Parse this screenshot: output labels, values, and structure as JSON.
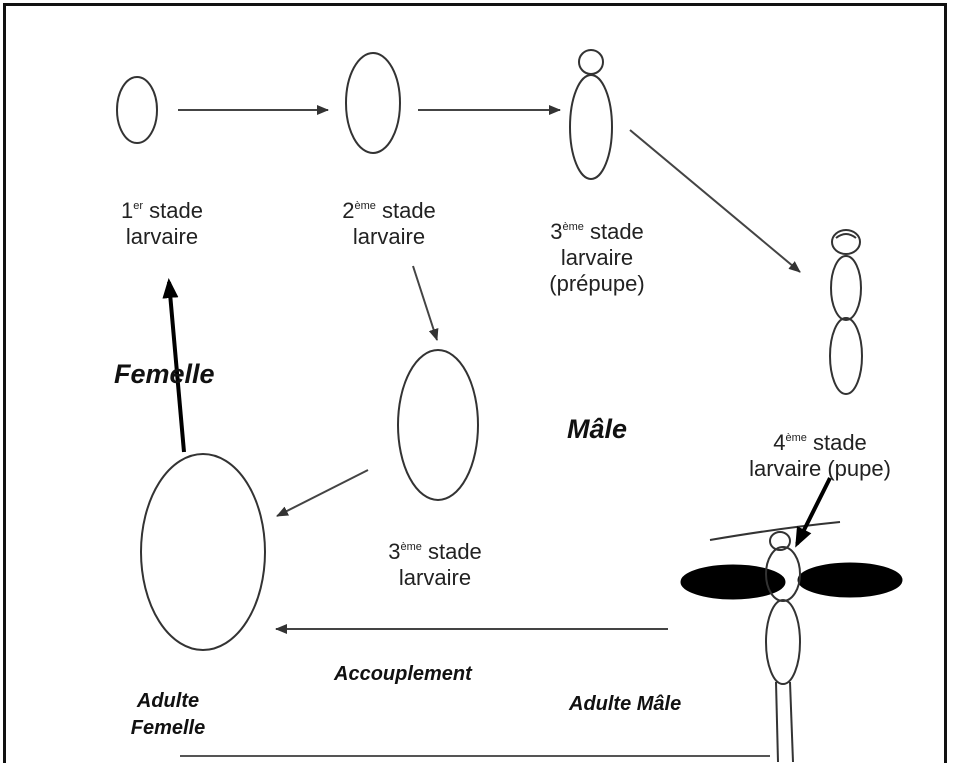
{
  "stages": {
    "stage1": {
      "num": "1",
      "sup": "er",
      "line1_rest": " stade",
      "line2": "larvaire"
    },
    "stage2": {
      "num": "2",
      "sup": "ème",
      "line1_rest": " stade",
      "line2": "larvaire"
    },
    "stage3_male": {
      "num": "3",
      "sup": "ème",
      "line1_rest": " stade",
      "line2": "larvaire",
      "line3": "(prépupe)"
    },
    "stage4_male": {
      "num": "4",
      "sup": "ème",
      "line1_rest": " stade",
      "line2": "larvaire (pupe)"
    },
    "stage3_female": {
      "num": "3",
      "sup": "ème",
      "line1_rest": " stade",
      "line2": "larvaire"
    }
  },
  "labels": {
    "femelle": "Femelle",
    "male": "Mâle",
    "accouplement": "Accouplement",
    "adult_female_line1": "Adulte",
    "adult_female_line2": "Femelle",
    "adult_male": "Adulte Mâle"
  },
  "colors": {
    "outline": "#333333",
    "wings": "#000000",
    "background": "#ffffff"
  }
}
